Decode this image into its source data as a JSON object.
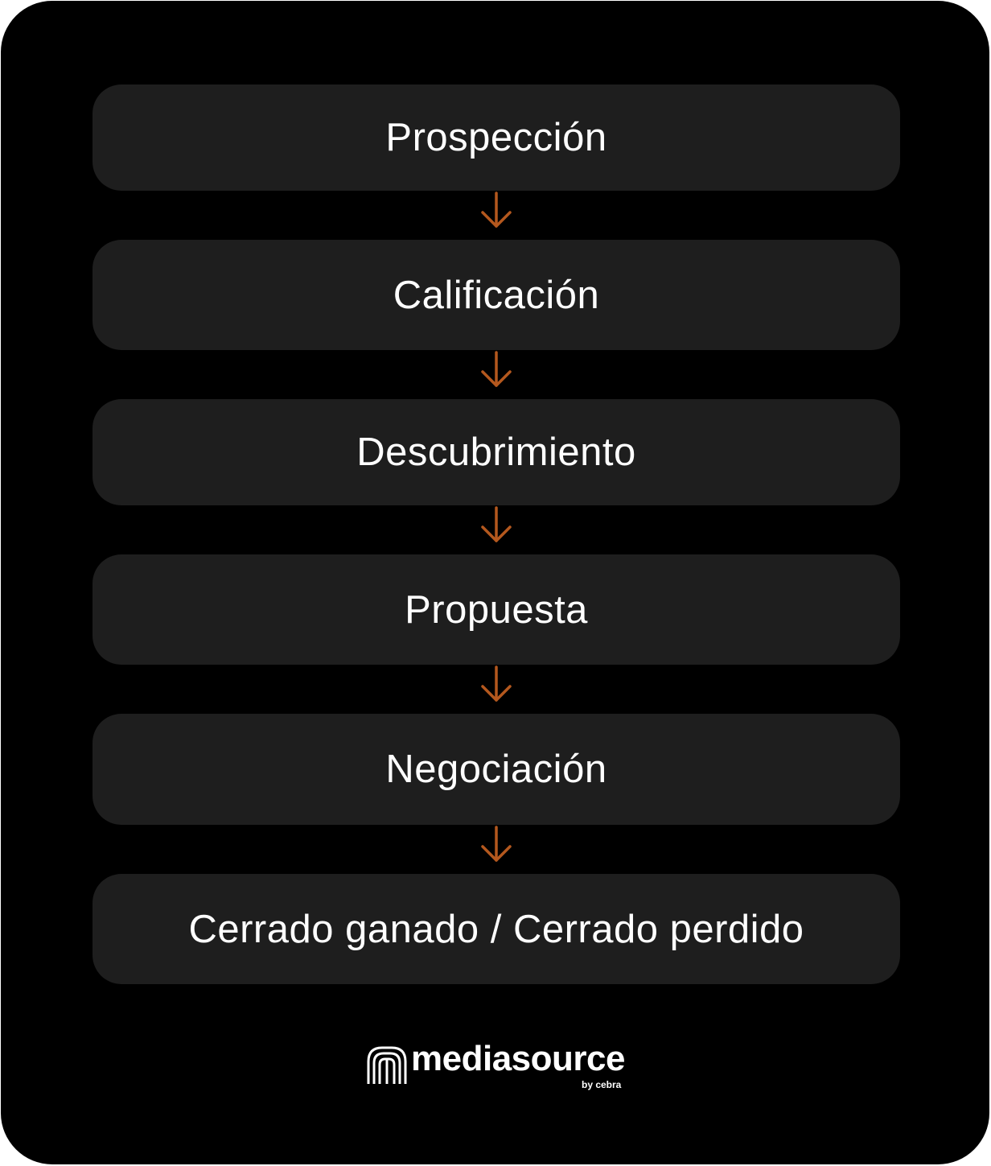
{
  "stages": [
    {
      "label": "Prospección"
    },
    {
      "label": "Calificación"
    },
    {
      "label": "Descubrimiento"
    },
    {
      "label": "Propuesta"
    },
    {
      "label": "Negociación"
    },
    {
      "label": "Cerrado ganado / Cerrado perdido"
    }
  ],
  "brand": {
    "name": "mediasource",
    "tagline": "by cebra"
  },
  "colors": {
    "background": "#000000",
    "stage_fill": "#1e1e1e",
    "stage_text": "#ffffff",
    "arrow": "#b4581e"
  },
  "icons": {
    "connector": "arrow-down-icon",
    "logo": "mediasource-logo-icon"
  }
}
